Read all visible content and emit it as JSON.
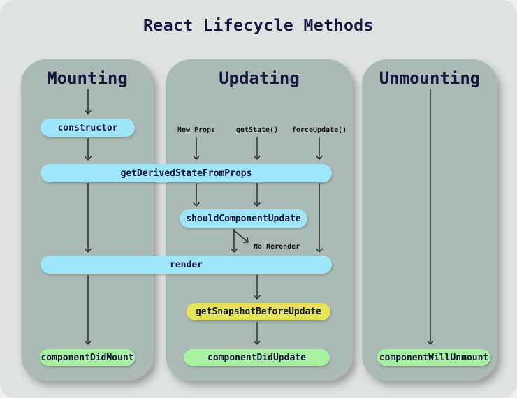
{
  "title": "React Lifecycle Methods",
  "columns": [
    {
      "label": "Mounting"
    },
    {
      "label": "Updating"
    },
    {
      "label": "Unmounting"
    }
  ],
  "nodes": {
    "ctor": {
      "label": "constructor",
      "color_role": "blue"
    },
    "get_derived": {
      "label": "getDerivedStateFromProps",
      "color_role": "blue"
    },
    "should_update": {
      "label": "shouldComponentUpdate",
      "color_role": "blue"
    },
    "render": {
      "label": "render",
      "color_role": "blue"
    },
    "get_snapshot": {
      "label": "getSnapshotBeforeUpdate",
      "color_role": "yellow"
    },
    "did_mount": {
      "label": "componentDidMount",
      "color_role": "green"
    },
    "did_update": {
      "label": "componentDidUpdate",
      "color_role": "green"
    },
    "will_unmount": {
      "label": "componentWillUnmount",
      "color_role": "green"
    }
  },
  "annotations": {
    "new_props": "New Props",
    "get_state": "getState()",
    "force_update": "forceUpdate()",
    "no_rerender": "No Rerender"
  },
  "colors": {
    "canvas_bg": "#e0e1e1",
    "page_bg": "#efefef",
    "column_bg": "#abbab4",
    "lifecycle_blue": "#9fe5f9",
    "lifecycle_green": "#a8f1a2",
    "lifecycle_yellow": "#e5e457",
    "heading_text": "#16163e",
    "arrow": "#2e2e2e"
  }
}
